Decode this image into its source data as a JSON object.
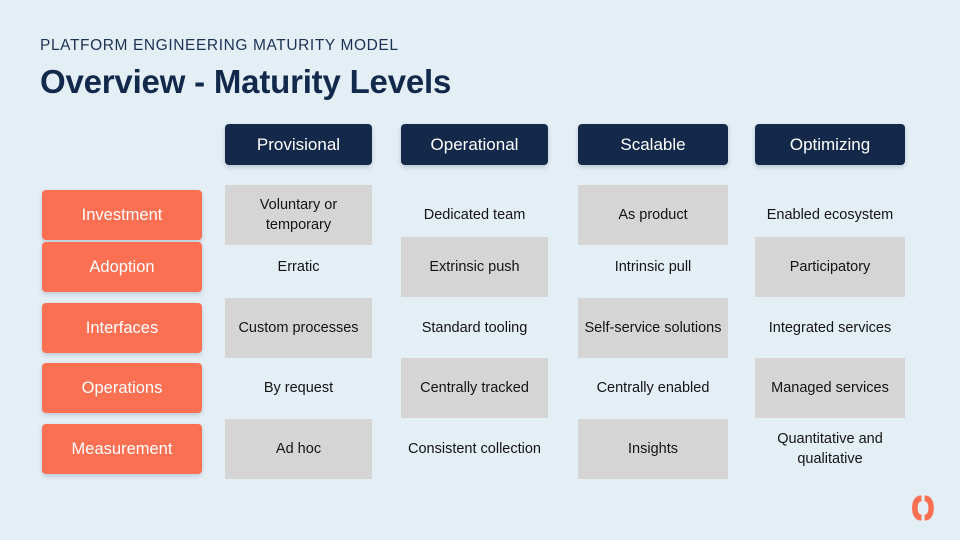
{
  "slide": {
    "eyebrow": "PLATFORM ENGINEERING MATURITY MODEL",
    "title": "Overview - Maturity Levels",
    "background_color": "#e4eef5"
  },
  "colors": {
    "navy": "#14294a",
    "coral": "#fb6f52",
    "band_gray": "#d5d5d5",
    "background": "#e4eef5",
    "cell_text": "#141414",
    "header_text": "#ffffff"
  },
  "matrix": {
    "columns": [
      {
        "label": "Provisional"
      },
      {
        "label": "Operational"
      },
      {
        "label": "Scalable"
      },
      {
        "label": "Optimizing"
      }
    ],
    "rows": [
      {
        "label": "Investment"
      },
      {
        "label": "Adoption"
      },
      {
        "label": "Interfaces"
      },
      {
        "label": "Operations"
      },
      {
        "label": "Measurement"
      }
    ],
    "cells": [
      [
        "Voluntary or temporary",
        "Dedicated team",
        "As product",
        "Enabled ecosystem"
      ],
      [
        "Erratic",
        "Extrinsic push",
        "Intrinsic pull",
        "Participatory"
      ],
      [
        "Custom processes",
        "Standard tooling",
        "Self-service solutions",
        "Integrated services"
      ],
      [
        "By request",
        "Centrally tracked",
        "Centrally enabled",
        "Managed services"
      ],
      [
        "Ad hoc",
        "Consistent collection",
        "Insights",
        "Quantitative and qualitative"
      ]
    ]
  },
  "logo": {
    "name": "cc-monogram-logo",
    "color": "#fb6f52"
  }
}
